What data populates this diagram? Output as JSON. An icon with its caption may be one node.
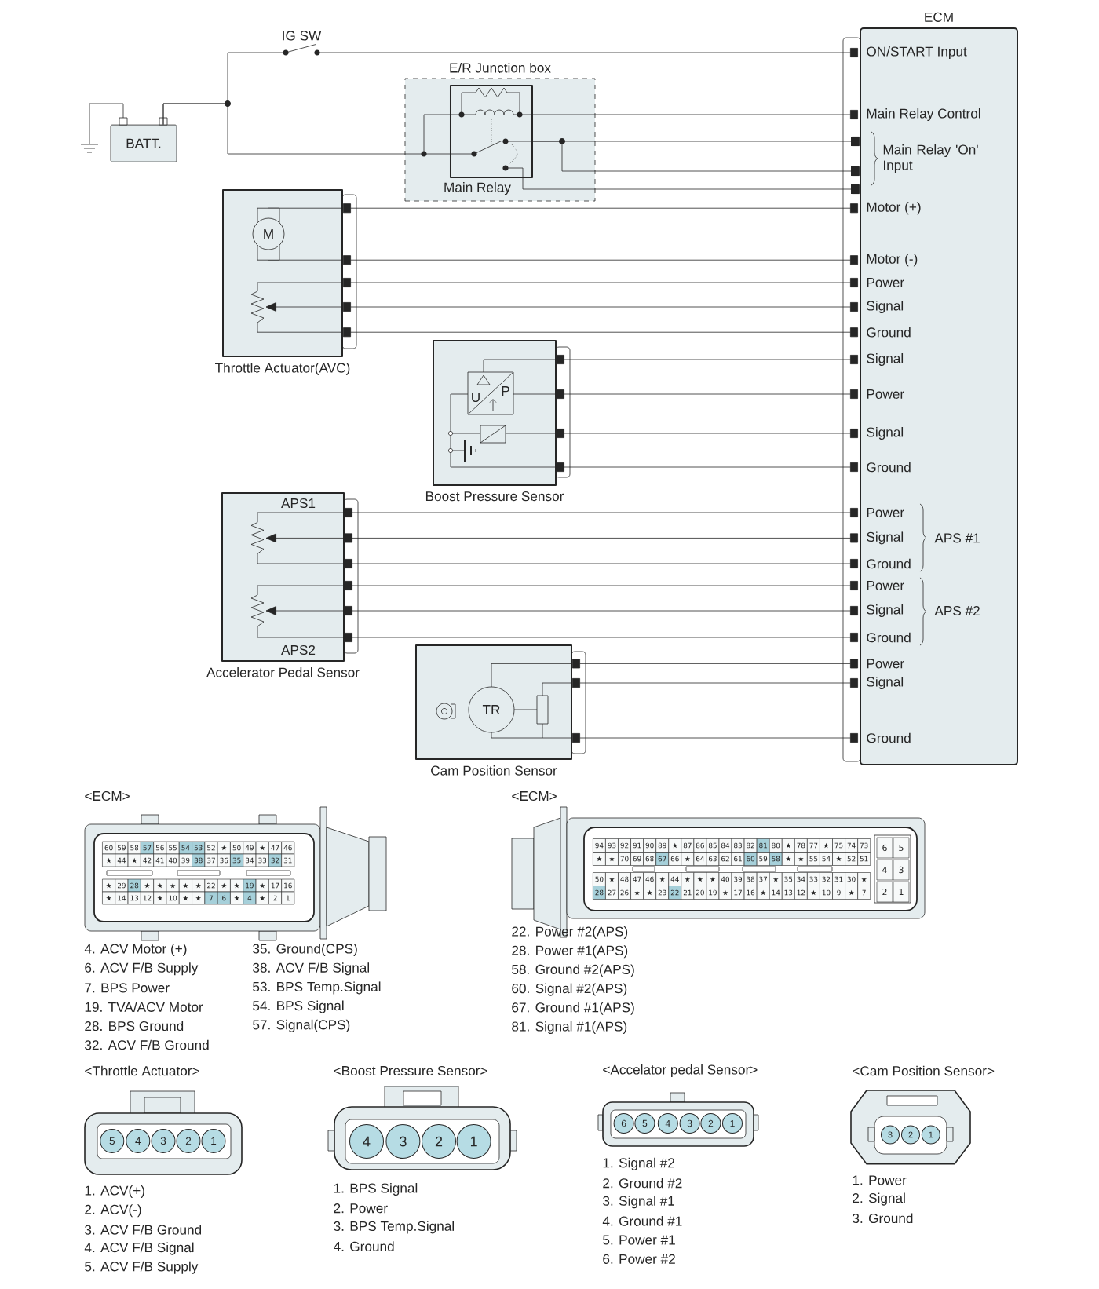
{
  "diagram": {
    "nodes": [
      {
        "text": [
          "ECM"
        ]
      },
      {
        "text": [
          "ON/START Input"
        ],
        "in": 0
      },
      {
        "text": [
          "Main Relay Control"
        ],
        "in": 0
      },
      {
        "text": [
          "Motor (+)"
        ],
        "in": 0
      },
      {
        "text": [
          "Motor (-)"
        ],
        "in": 0
      },
      {
        "text": [
          "Power"
        ],
        "in": 0
      },
      {
        "text": [
          "Signal"
        ],
        "in": 0
      },
      {
        "text": [
          "Ground"
        ],
        "in": 0
      },
      {
        "text": [
          "Signal"
        ],
        "in": 0
      },
      {
        "text": [
          "Power"
        ],
        "in": 0
      },
      {
        "text": [
          "Signal"
        ],
        "in": 0
      },
      {
        "text": [
          "Ground"
        ],
        "in": 0
      },
      {
        "text": [
          "Power"
        ],
        "in": 0
      },
      {
        "text": [
          "Signal"
        ],
        "in": 0
      },
      {
        "text": [
          "Ground"
        ],
        "in": 0
      },
      {
        "text": [
          "Power"
        ],
        "in": 0
      },
      {
        "text": [
          "Signal"
        ],
        "in": 0
      },
      {
        "text": [
          "Ground"
        ],
        "in": 0
      },
      {
        "text": [
          "Power"
        ],
        "in": 0
      },
      {
        "text": [
          "Signal"
        ],
        "in": 0
      },
      {
        "text": [
          "Ground"
        ],
        "in": 0
      },
      {
        "text": [
          "BATT."
        ]
      },
      {
        "text": [
          "IG SW"
        ]
      },
      {
        "text": [
          "E/R Junction box"
        ]
      },
      {
        "text": [
          "Main Relay"
        ],
        "in": 23
      },
      {
        "text": [
          "Throttle Actuator(AVC)"
        ]
      },
      {
        "text": [
          "Boost Pressure Sensor"
        ]
      },
      {
        "text": [
          "APS1",
          "APS2",
          "Accelerator Pedal Sensor"
        ]
      },
      {
        "text": [
          "Cam Position Sensor"
        ]
      }
    ],
    "edges": [
      {
        "from": 21,
        "to": 22,
        "arrow": "none"
      },
      {
        "from": 22,
        "to": 1,
        "arrow": "other"
      },
      {
        "from": 21,
        "to": 24,
        "arrow": "none"
      },
      {
        "from": 24,
        "to": 2,
        "arrow": "other"
      },
      {
        "from": 24,
        "to": 0,
        "arrow": "other"
      },
      {
        "from": 24,
        "to": 0,
        "arrow": "other"
      },
      {
        "from": 24,
        "to": 0,
        "arrow": "other"
      },
      {
        "from": 25,
        "to": 3,
        "arrow": "other"
      },
      {
        "from": 25,
        "to": 4,
        "arrow": "other"
      },
      {
        "from": 25,
        "to": 5,
        "arrow": "other"
      },
      {
        "from": 25,
        "to": 6,
        "arrow": "other"
      },
      {
        "from": 25,
        "to": 7,
        "arrow": "other"
      },
      {
        "from": 26,
        "to": 8,
        "arrow": "other"
      },
      {
        "from": 26,
        "to": 9,
        "arrow": "other"
      },
      {
        "from": 26,
        "to": 10,
        "arrow": "other"
      },
      {
        "from": 26,
        "to": 11,
        "arrow": "other"
      },
      {
        "from": 27,
        "to": 12,
        "arrow": "other"
      },
      {
        "from": 27,
        "to": 13,
        "arrow": "other"
      },
      {
        "from": 27,
        "to": 14,
        "arrow": "other"
      },
      {
        "from": 27,
        "to": 15,
        "arrow": "other"
      },
      {
        "from": 27,
        "to": 16,
        "arrow": "other"
      },
      {
        "from": 27,
        "to": 17,
        "arrow": "other"
      },
      {
        "from": 28,
        "to": 18,
        "arrow": "other"
      },
      {
        "from": 28,
        "to": 19,
        "arrow": "other"
      },
      {
        "from": 28,
        "to": 20,
        "arrow": "other"
      }
    ],
    "labels": [
      "Main Relay 'On' Input",
      "APS #1",
      "APS #2",
      "M",
      "U",
      "P",
      "TR",
      "<ECM>",
      "60",
      "59",
      "58",
      "57",
      "56",
      "55",
      "54",
      "53",
      "52",
      "★",
      "50",
      "49",
      "★",
      "47",
      "46",
      "★",
      "44",
      "★",
      "42",
      "41",
      "40",
      "39",
      "38",
      "37",
      "36",
      "35",
      "34",
      "33",
      "32",
      "31",
      "★",
      "29",
      "28",
      "★",
      "★",
      "★",
      "★",
      "★",
      "22",
      "★",
      "★",
      "19",
      "★",
      "17",
      "16",
      "★",
      "14",
      "13",
      "12",
      "★",
      "10",
      "★",
      "★",
      "7",
      "6",
      "★",
      "4",
      "★",
      "2",
      "1",
      "4. ACV Motor (+)",
      "6. ACV F/B Supply",
      "7. BPS Power",
      "19. TVA/ACV Motor",
      "28. BPS Ground",
      "32. ACV F/B Ground",
      "35. Ground(CPS)",
      "38. ACV F/B Signal",
      "53. BPS Temp.Signal",
      "54. BPS Signal",
      "57. Signal(CPS)",
      "<ECM>",
      "94",
      "93",
      "92",
      "91",
      "90",
      "89",
      "★",
      "87",
      "86",
      "85",
      "84",
      "83",
      "82",
      "81",
      "80",
      "★",
      "78",
      "77",
      "★",
      "75",
      "74",
      "73",
      "★",
      "★",
      "70",
      "69",
      "68",
      "67",
      "66",
      "★",
      "64",
      "63",
      "62",
      "61",
      "60",
      "59",
      "58",
      "★",
      "★",
      "55",
      "54",
      "★",
      "52",
      "51",
      "50",
      "★",
      "48",
      "47",
      "46",
      "★",
      "44",
      "★",
      "★",
      "★",
      "40",
      "39",
      "38",
      "37",
      "★",
      "35",
      "34",
      "33",
      "32",
      "31",
      "30",
      "★",
      "28",
      "27",
      "26",
      "★",
      "★",
      "23",
      "22",
      "21",
      "20",
      "19",
      "★",
      "17",
      "16",
      "★",
      "14",
      "13",
      "12",
      "★",
      "10",
      "9",
      "★",
      "7",
      "6",
      "5",
      "4",
      "3",
      "2",
      "1",
      "22. Power #2(APS)",
      "28. Power #1(APS)",
      "58. Ground #2(APS)",
      "60. Signal #2(APS)",
      "67. Ground #1(APS)",
      "81. Signal #1(APS)",
      "<Throttle Actuator>",
      "5",
      "4",
      "3",
      "2",
      "1",
      "1. ACV(+)",
      "2. ACV(-)",
      "3. ACV F/B Ground",
      "4. ACV F/B Signal",
      "5. ACV F/B Supply",
      "<Boost Pressure Sensor>",
      "4",
      "3",
      "2",
      "1",
      "1. BPS Signal",
      "2. Power",
      "3. BPS Temp.Signal",
      "4. Ground",
      "<Accelator pedal Sensor>",
      "6",
      "5",
      "4",
      "3",
      "2",
      "1",
      "1. Signal #2",
      "2. Ground #2",
      "3. Signal #1",
      "4. Ground #1",
      "5. Power #1",
      "6. Power #2",
      "<Cam Position Sensor>",
      "3",
      "2",
      "1",
      "1. Power",
      "2. Signal",
      "3. Ground"
    ]
  }
}
